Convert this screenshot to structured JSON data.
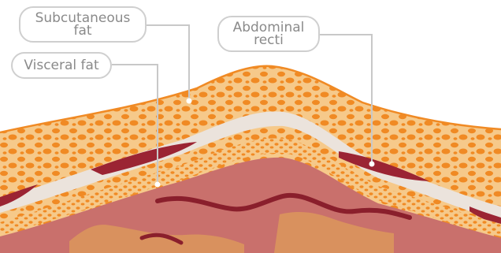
{
  "labels": {
    "subcutaneous_fat": [
      "Subcutaneous",
      "fat"
    ],
    "visceral_fat": [
      "Visceral fat"
    ],
    "abdominal_recti": [
      "Abdominal",
      "recti"
    ]
  },
  "colors": {
    "fat_orange": "#f39a3c",
    "fat_light": "#f6c98a",
    "muscle_red": "#9b2433",
    "fascia_white": "#ebe3dc",
    "cavity_pink": "#c9706c",
    "organ_tan": "#d9915e",
    "leader_gray": "#c8c8c8",
    "label_text": "#8a8a8a"
  }
}
